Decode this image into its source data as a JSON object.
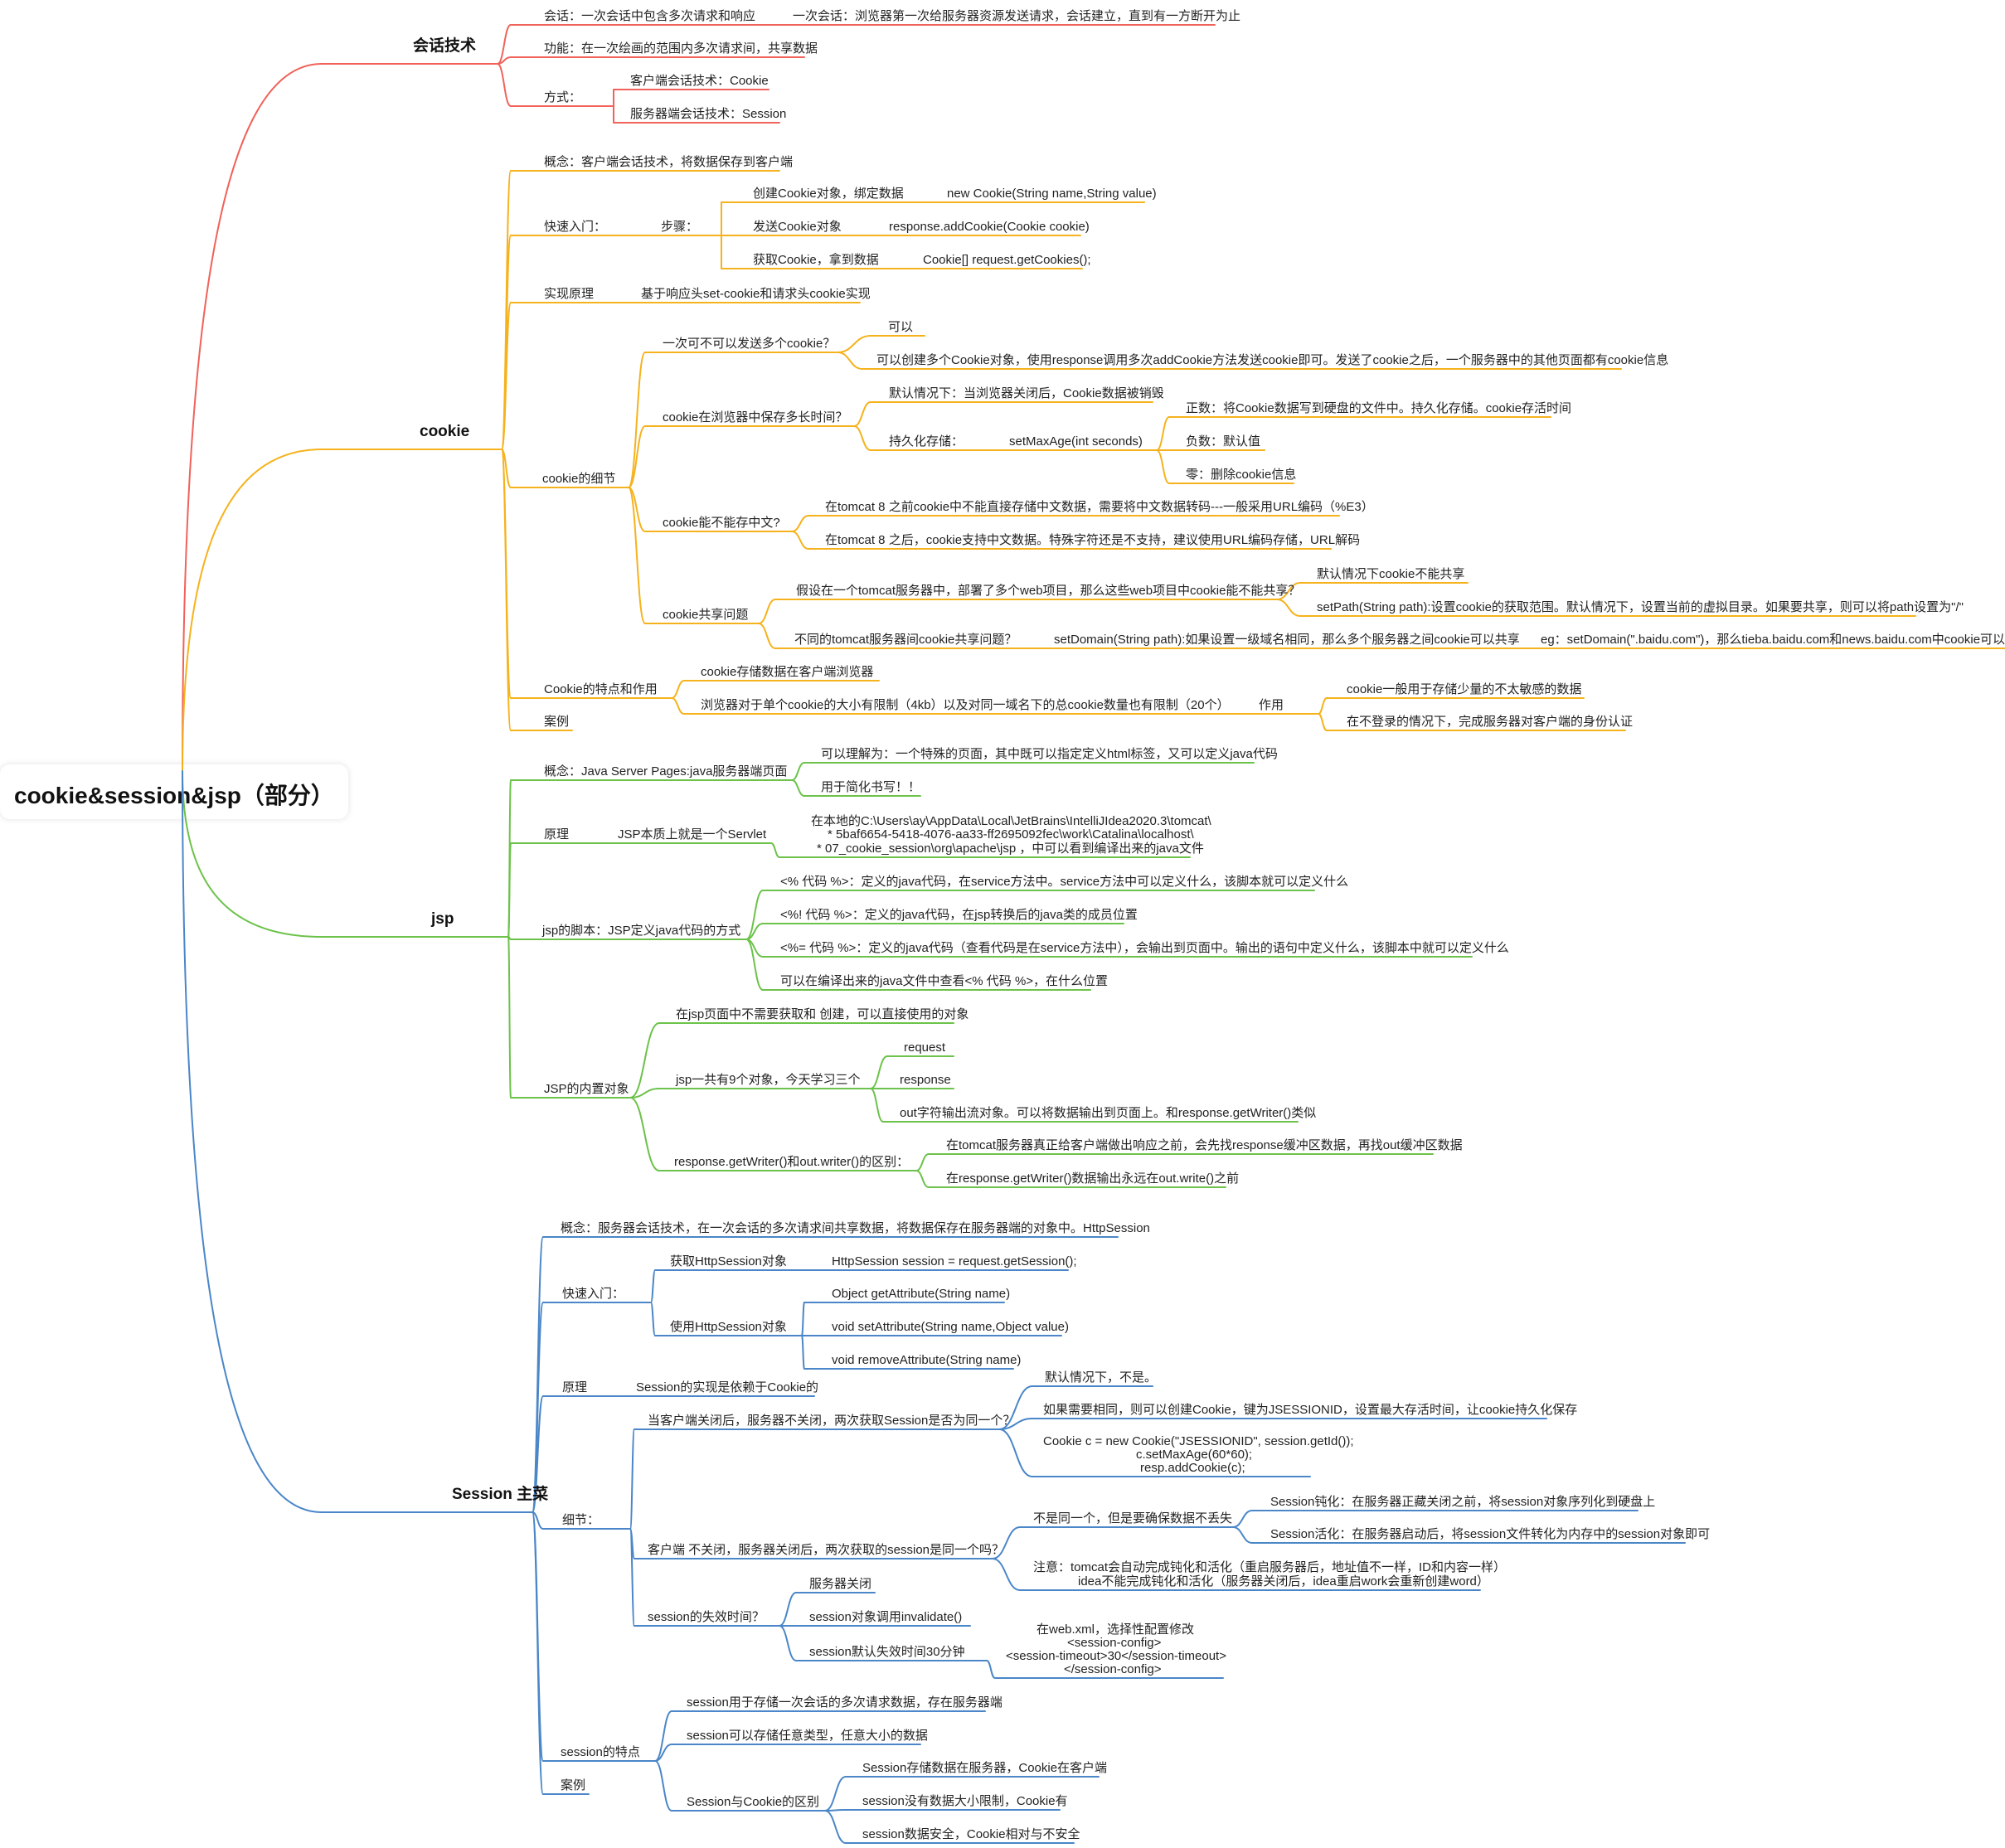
{
  "root": "cookie&session&jsp（部分）",
  "colors": {
    "session_tech": "#f0625a",
    "cookie": "#f6b21c",
    "jsp": "#6cc24a",
    "session": "#4a86c8"
  },
  "session_tech": {
    "title": "会话技术",
    "huihua": "会话：一次会话中包含多次请求和响应",
    "huihua_detail": "一次会话：浏览器第一次给服务器资源发送请求，会话建立，直到有一方断开为止",
    "gongneng": "功能：在一次绘画的范围内多次请求间，共享数据",
    "fangshi": "方式：",
    "client": "客户端会话技术：Cookie",
    "server": "服务器端会话技术：Session"
  },
  "cookie": {
    "title": "cookie",
    "concept": "概念：客户端会话技术，将数据保存到客户端",
    "quickstart": "快速入门：",
    "steps": "步骤：",
    "step1": "创建Cookie对象，绑定数据",
    "step1_code": "new Cookie(String name,String value)",
    "step2": "发送Cookie对象",
    "step2_code": "response.addCookie(Cookie cookie)",
    "step3": "获取Cookie，拿到数据",
    "step3_code": "Cookie[] request.getCookies();",
    "principle": "实现原理",
    "principle_detail": "基于响应头set-cookie和请求头cookie实现",
    "details": "cookie的细节",
    "multi_q": "一次可不可以发送多个cookie？",
    "multi_a1": "可以",
    "multi_a2": "可以创建多个Cookie对象，使用response调用多次addCookie方法发送cookie即可。发送了cookie之后，一个服务器中的其他页面都有cookie信息",
    "time_q": "cookie在浏览器中保存多长时间？",
    "time_default": "默认情况下：当浏览器关闭后，Cookie数据被销毁",
    "time_persist": "持久化存储：",
    "time_method": "setMaxAge(int seconds)",
    "time_pos": "正数：将Cookie数据写到硬盘的文件中。持久化存储。cookie存活时间",
    "time_neg": "负数：默认值",
    "time_zero": "零：删除cookie信息",
    "cn_q": "cookie能不能存中文?",
    "cn_before": "在tomcat 8 之前cookie中不能直接存储中文数据，需要将中文数据转码---一般采用URL编码（%E3）",
    "cn_after": "在tomcat 8 之后，cookie支持中文数据。特殊字符还是不支持，建议使用URL编码存储，URL解码",
    "share": "cookie共享问题",
    "share_q1": "假设在一个tomcat服务器中，部署了多个web项目，那么这些web项目中cookie能不能共享？",
    "share_a1": "默认情况下cookie不能共享",
    "share_a2": "setPath(String path):设置cookie的获取范围。默认情况下，设置当前的虚拟目录。如果要共享，则可以将path设置为\"/\"",
    "share_q2": "不同的tomcat服务器间cookie共享问题？",
    "share_q2_a": "setDomain(String path):如果设置一级域名相同，那么多个服务器之间cookie可以共享",
    "share_q2_eg": "eg：setDomain(\".baidu.com\")，那么tieba.baidu.com和news.baidu.com中cookie可以共享",
    "features": "Cookie的特点和作用",
    "feat1": "cookie存储数据在客户端浏览器",
    "feat2": "浏览器对于单个cookie的大小有限制（4kb）以及对同一域名下的总cookie数量也有限制（20个）",
    "role": "作用",
    "role1": "cookie一般用于存储少量的不太敏感的数据",
    "role2": "在不登录的情况下，完成服务器对客户端的身份认证",
    "case": "案例"
  },
  "jsp": {
    "title": "jsp",
    "concept": "概念：Java Server Pages:java服务器端页面",
    "concept1": "可以理解为：一个特殊的页面，其中既可以指定定义html标签，又可以定义java代码",
    "concept2": "用于简化书写！！",
    "principle": "原理",
    "principle_servlet": "JSP本质上就是一个Servlet",
    "principle_path1": "在本地的C:\\Users\\ay\\AppData\\Local\\JetBrains\\IntelliJIdea2020.3\\tomcat\\",
    "principle_path2": "* 5baf6654-5418-4076-aa33-ff2695092fec\\work\\Catalina\\localhost\\",
    "principle_path3": "* 07_cookie_session\\org\\apache\\jsp ，中可以看到编译出来的java文件",
    "script": "jsp的脚本：JSP定义java代码的方式",
    "script1": "<% 代码 %>：定义的java代码，在service方法中。service方法中可以定义什么，该脚本就可以定义什么",
    "script2": "<%! 代码 %>：定义的java代码，在jsp转换后的java类的成员位置",
    "script3": "<%= 代码 %>：定义的java代码（查看代码是在service方法中），会输出到页面中。输出的语句中定义什么，该脚本中就可以定义什么",
    "script4": "可以在编译出来的java文件中查看<% 代码 %>，在什么位置",
    "builtin": "JSP的内置对象",
    "builtin1": "在jsp页面中不需要获取和 创建，可以直接使用的对象",
    "builtin2": "jsp一共有9个对象，今天学习三个",
    "obj_request": "request",
    "obj_response": "response",
    "obj_out": "out字符输出流对象。可以将数据输出到页面上。和response.getWriter()类似",
    "diff": "response.getWriter()和out.writer()的区别：",
    "diff1": "在tomcat服务器真正给客户端做出响应之前，会先找response缓冲区数据，再找out缓冲区数据",
    "diff2": "在response.getWriter()数据输出永远在out.write()之前"
  },
  "session": {
    "title": "Session 主菜",
    "concept": "概念：服务器会话技术，在一次会话的多次请求间共享数据，将数据保存在服务器端的对象中。HttpSession",
    "quickstart": "快速入门：",
    "get_obj": "获取HttpSession对象",
    "get_obj_code": "HttpSession session = request.getSession();",
    "use_obj": "使用HttpSession对象",
    "use1": "Object getAttribute(String name)",
    "use2": "void setAttribute(String name,Object value)",
    "use3": "void removeAttribute(String name)",
    "principle": "原理",
    "principle_detail": "Session的实现是依赖于Cookie的",
    "details": "细节：",
    "client_close_q": "当客户端关闭后，服务器不关闭，两次获取Session是否为同一个？",
    "client_close_a1": "默认情况下，不是。",
    "client_close_a2": "如果需要相同，则可以创建Cookie，键为JSESSIONID，设置最大存活时间，让cookie持久化保存",
    "code1": "Cookie c = new Cookie(\"JSESSIONID\", session.getId());",
    "code2": "c.setMaxAge(60*60);",
    "code3": "resp.addCookie(c);",
    "server_close_q": "客户端 不关闭，服务器关闭后，两次获取的session是同一个吗？",
    "server_close_a": "不是同一个，但是要确保数据不丢失",
    "passivate": "Session钝化：在服务器正藏关闭之前，将session对象序列化到硬盘上",
    "activate": "Session活化：在服务器启动后，将session文件转化为内存中的session对象即可",
    "note1": "注意：tomcat会自动完成钝化和活化（重启服务器后，地址值不一样，ID和内容一样）",
    "note2": "idea不能完成钝化和活化（服务器关闭后，idea重启work会重新创建word）",
    "expire_q": "session的失效时间？",
    "expire1": "服务器关闭",
    "expire2": "session对象调用invalidate()",
    "expire3": "session默认失效时间30分钟",
    "xml1": "在web.xml，选择性配置修改",
    "xml2": "<session-config>",
    "xml3": "<session-timeout>30</session-timeout>",
    "xml4": "</session-config>",
    "features": "session的特点",
    "feat1": "session用于存储一次会话的多次请求数据，存在服务器端",
    "feat2": "session可以存储任意类型，任意大小的数据",
    "diff": "Session与Cookie的区别",
    "diff1": "Session存储数据在服务器，Cookie在客户端",
    "diff2": "session没有数据大小限制，Cookie有",
    "diff3": "session数据安全，Cookie相对与不安全",
    "case": "案例"
  }
}
